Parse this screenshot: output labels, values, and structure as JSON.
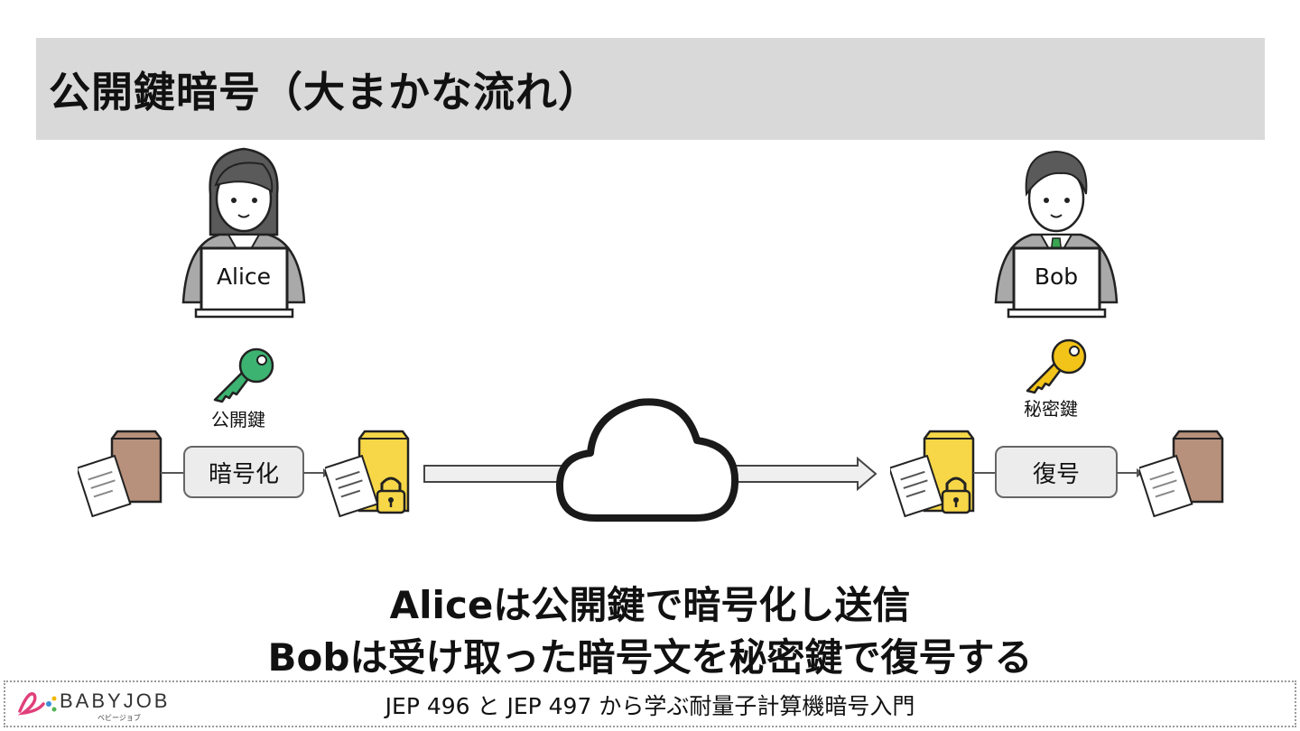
{
  "title": "公開鍵暗号（大まかな流れ）",
  "alice": {
    "name": "Alice"
  },
  "bob": {
    "name": "Bob"
  },
  "keys": {
    "public_label": "公開鍵",
    "private_label": "秘密鍵"
  },
  "steps": {
    "encrypt_label": "暗号化",
    "decrypt_label": "復号"
  },
  "summary": {
    "line1": "Aliceは公開鍵で暗号化し送信",
    "line2": "Bobは受け取った暗号文を秘密鍵で復号する"
  },
  "footer": {
    "logo": "BABYJOB",
    "logo_sub": "ベビージョブ",
    "text": "JEP 496 と JEP 497 から学ぶ耐量子計算機暗号入門"
  },
  "colors": {
    "public_key": "#3cb371",
    "private_key": "#f2c318",
    "lock_folder": "#f7d747",
    "plain_folder": "#b8917c",
    "title_bg": "#d9d9d9"
  }
}
